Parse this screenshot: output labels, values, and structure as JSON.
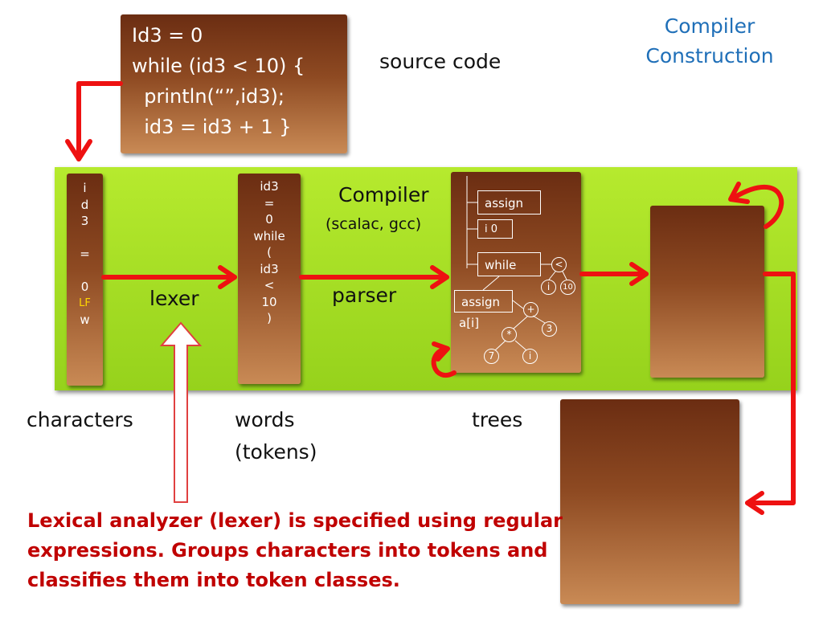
{
  "title": {
    "line1": "Compiler",
    "line2": "Construction"
  },
  "source_code": {
    "lines": [
      "Id3 = 0",
      "while (id3 < 10) {",
      "  println(“”,id3);",
      "  id3 = id3 + 1 }"
    ],
    "label": "source code"
  },
  "characters_column": {
    "items": [
      "i",
      "d",
      "3",
      "",
      "=",
      "",
      "0",
      "LF",
      "w"
    ],
    "highlight_item": "LF",
    "highlight_color": "#ffd700",
    "label": "characters"
  },
  "lexer_label": "lexer",
  "words_column": {
    "items": [
      "id3",
      "=",
      "0",
      "while",
      "(",
      "id3",
      "<",
      "10",
      ")"
    ],
    "label_line1": "words",
    "label_line2": "(tokens)"
  },
  "compiler_label": {
    "line1": "Compiler",
    "line2": "(scalac, gcc)"
  },
  "parser_label": "parser",
  "tree_box": {
    "assign1": "assign",
    "i0": "i  0",
    "while": "while",
    "lt": "<",
    "i": "i",
    "ten": "10",
    "assign2": "assign",
    "ai": "a[i]",
    "plus": "+",
    "three": "3",
    "star": "*",
    "seven": "7",
    "i2": "i",
    "label": "trees"
  },
  "note": "Lexical analyzer (lexer) is specified using regular expressions. Groups characters into tokens and classifies them into token classes.",
  "colors": {
    "arrow": "#ee1111",
    "panel": "#9ad420",
    "title": "#1f6fb8",
    "note": "#c00000"
  }
}
